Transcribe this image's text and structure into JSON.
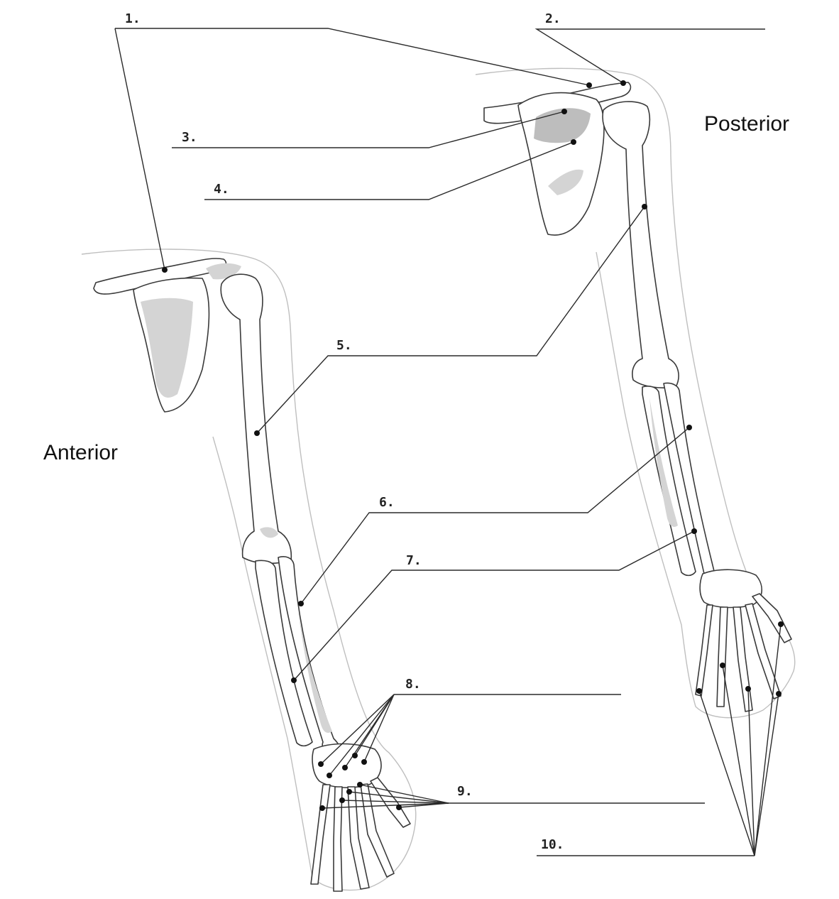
{
  "views": {
    "anterior": "Anterior",
    "posterior": "Posterior"
  },
  "labels": [
    "1.",
    "2.",
    "3.",
    "4.",
    "5.",
    "6.",
    "7.",
    "8.",
    "9.",
    "10."
  ]
}
